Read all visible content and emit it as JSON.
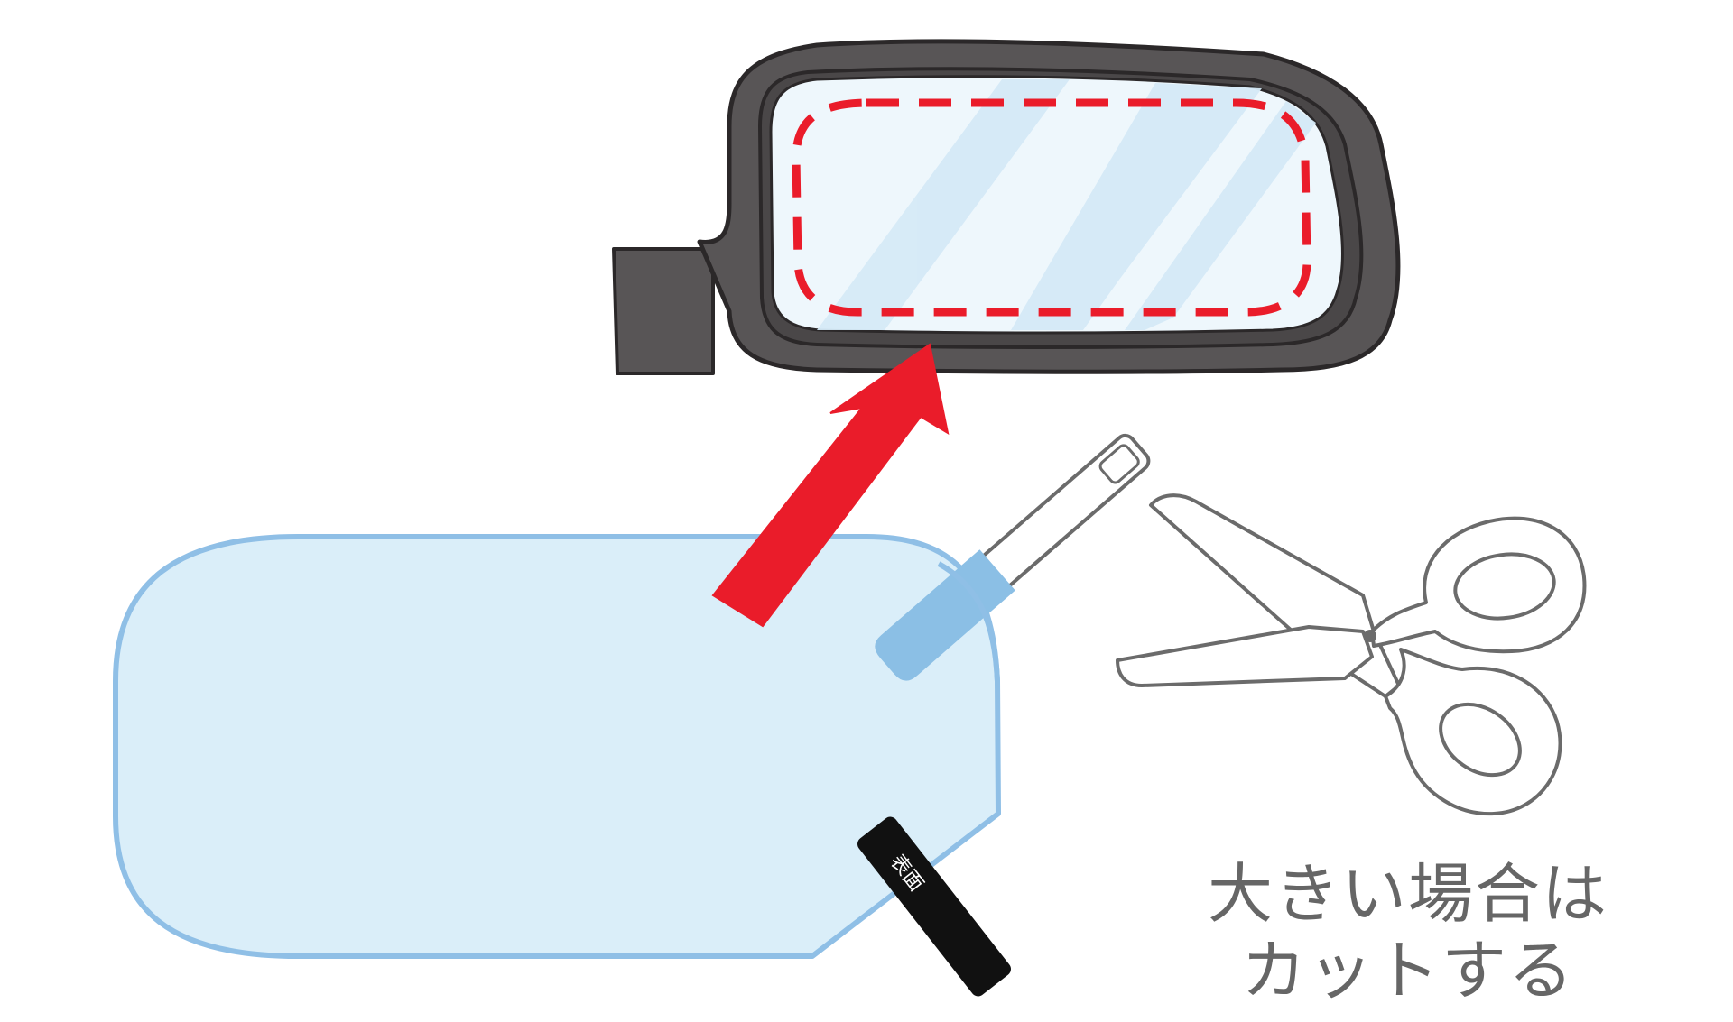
{
  "film": {
    "tab_label": "表面"
  },
  "caption": {
    "line1": "大きい場合は",
    "line2": "カットする"
  },
  "colors": {
    "mirror_housing": "#585556",
    "mirror_outline": "#2b2829",
    "mirror_glass": "#eef7fc",
    "glass_streak": "#d5eaf7",
    "cut_line": "#ea1c2a",
    "arrow": "#ea1c2a",
    "film_fill": "#daeef9",
    "film_border": "#8fbfe6",
    "squeegee_tip": "#8bbfe5",
    "tab_fill": "#111111",
    "tab_text": "#ffffff",
    "scissors_stroke": "#6b6b6b",
    "caption_text": "#666666"
  },
  "icons": {
    "mirror": "side-mirror-icon",
    "arrow": "arrow-up-right-icon",
    "squeegee": "squeegee-icon",
    "scissors": "scissors-icon"
  }
}
